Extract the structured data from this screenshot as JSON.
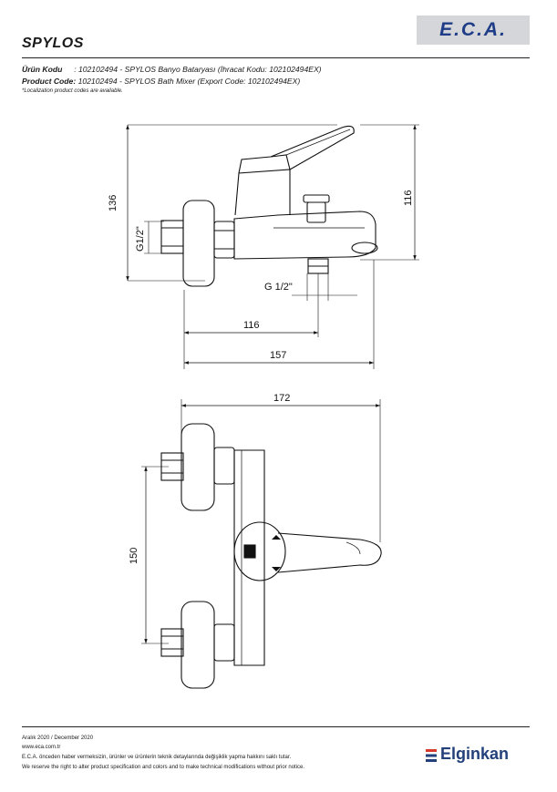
{
  "header": {
    "logo": "E.C.A.",
    "title": "SPYLOS"
  },
  "info": {
    "line1_label": "Ürün Kodu",
    "line1_value": ": 102102494 - SPYLOS Banyo Bataryası (İhracat Kodu: 102102494EX)",
    "line2_label": "Product Code:",
    "line2_value": "102102494 - SPYLOS Bath Mixer (Export Code: 102102494EX)",
    "note": "*Localization product codes are available."
  },
  "dimensions": {
    "height_total": "136",
    "inlet_thread": "G1/2\"",
    "height_right": "116",
    "outlet_thread": "G 1/2\"",
    "width_to_outlet": "116",
    "width_total_side": "157",
    "width_total_top": "172",
    "inlet_spacing": "150"
  },
  "footer": {
    "date": "Aralık 2020 / December 2020",
    "website": "www.eca.com.tr",
    "disclaimer_tr": "E.C.A. önceden haber vermeksizin, ürünler ve ürünlerin teknik detaylarında değişiklik yapma hakkını saklı tutar.",
    "disclaimer_en": "We reserve the right to alter product specification and colors and to make technical modifications without prior notice.",
    "brand": "Elginkan"
  },
  "colors": {
    "logo_bg": "#d4d6d9",
    "logo_text": "#1f3c88",
    "brand": "#23407a"
  }
}
